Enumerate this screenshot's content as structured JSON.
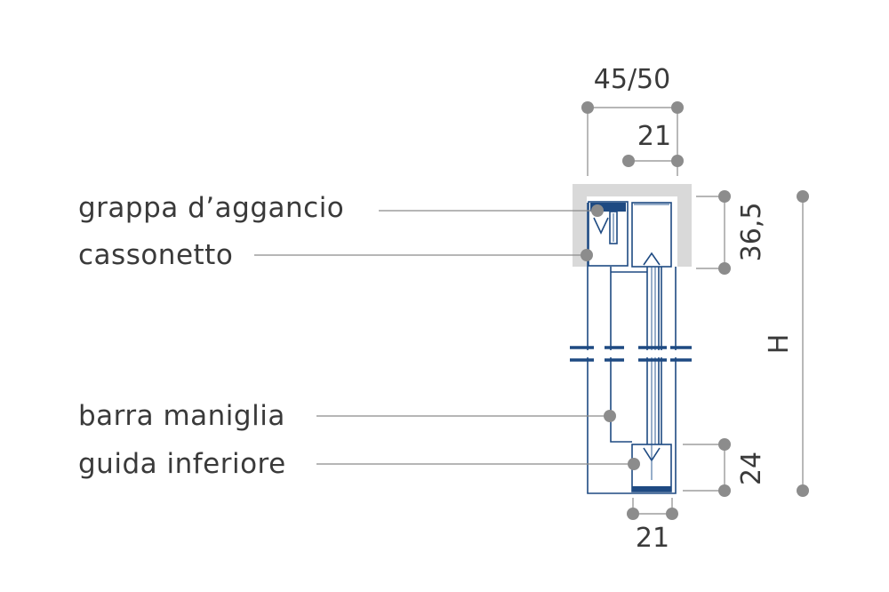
{
  "labels": {
    "grappa": "grappa d’aggancio",
    "cassonetto": "cassonetto",
    "barra": "barra maniglia",
    "guida": "guida inferiore"
  },
  "dimensions": {
    "top_outer": "45/50",
    "top_inner": "21",
    "box_height": "36,5",
    "total_height": "H",
    "bottom_height": "24",
    "bottom_width": "21"
  },
  "colors": {
    "profile": "#1e4a82",
    "housing": "#d8d8d8",
    "dimension": "#8c8c8c",
    "text": "#3a3a3a"
  }
}
